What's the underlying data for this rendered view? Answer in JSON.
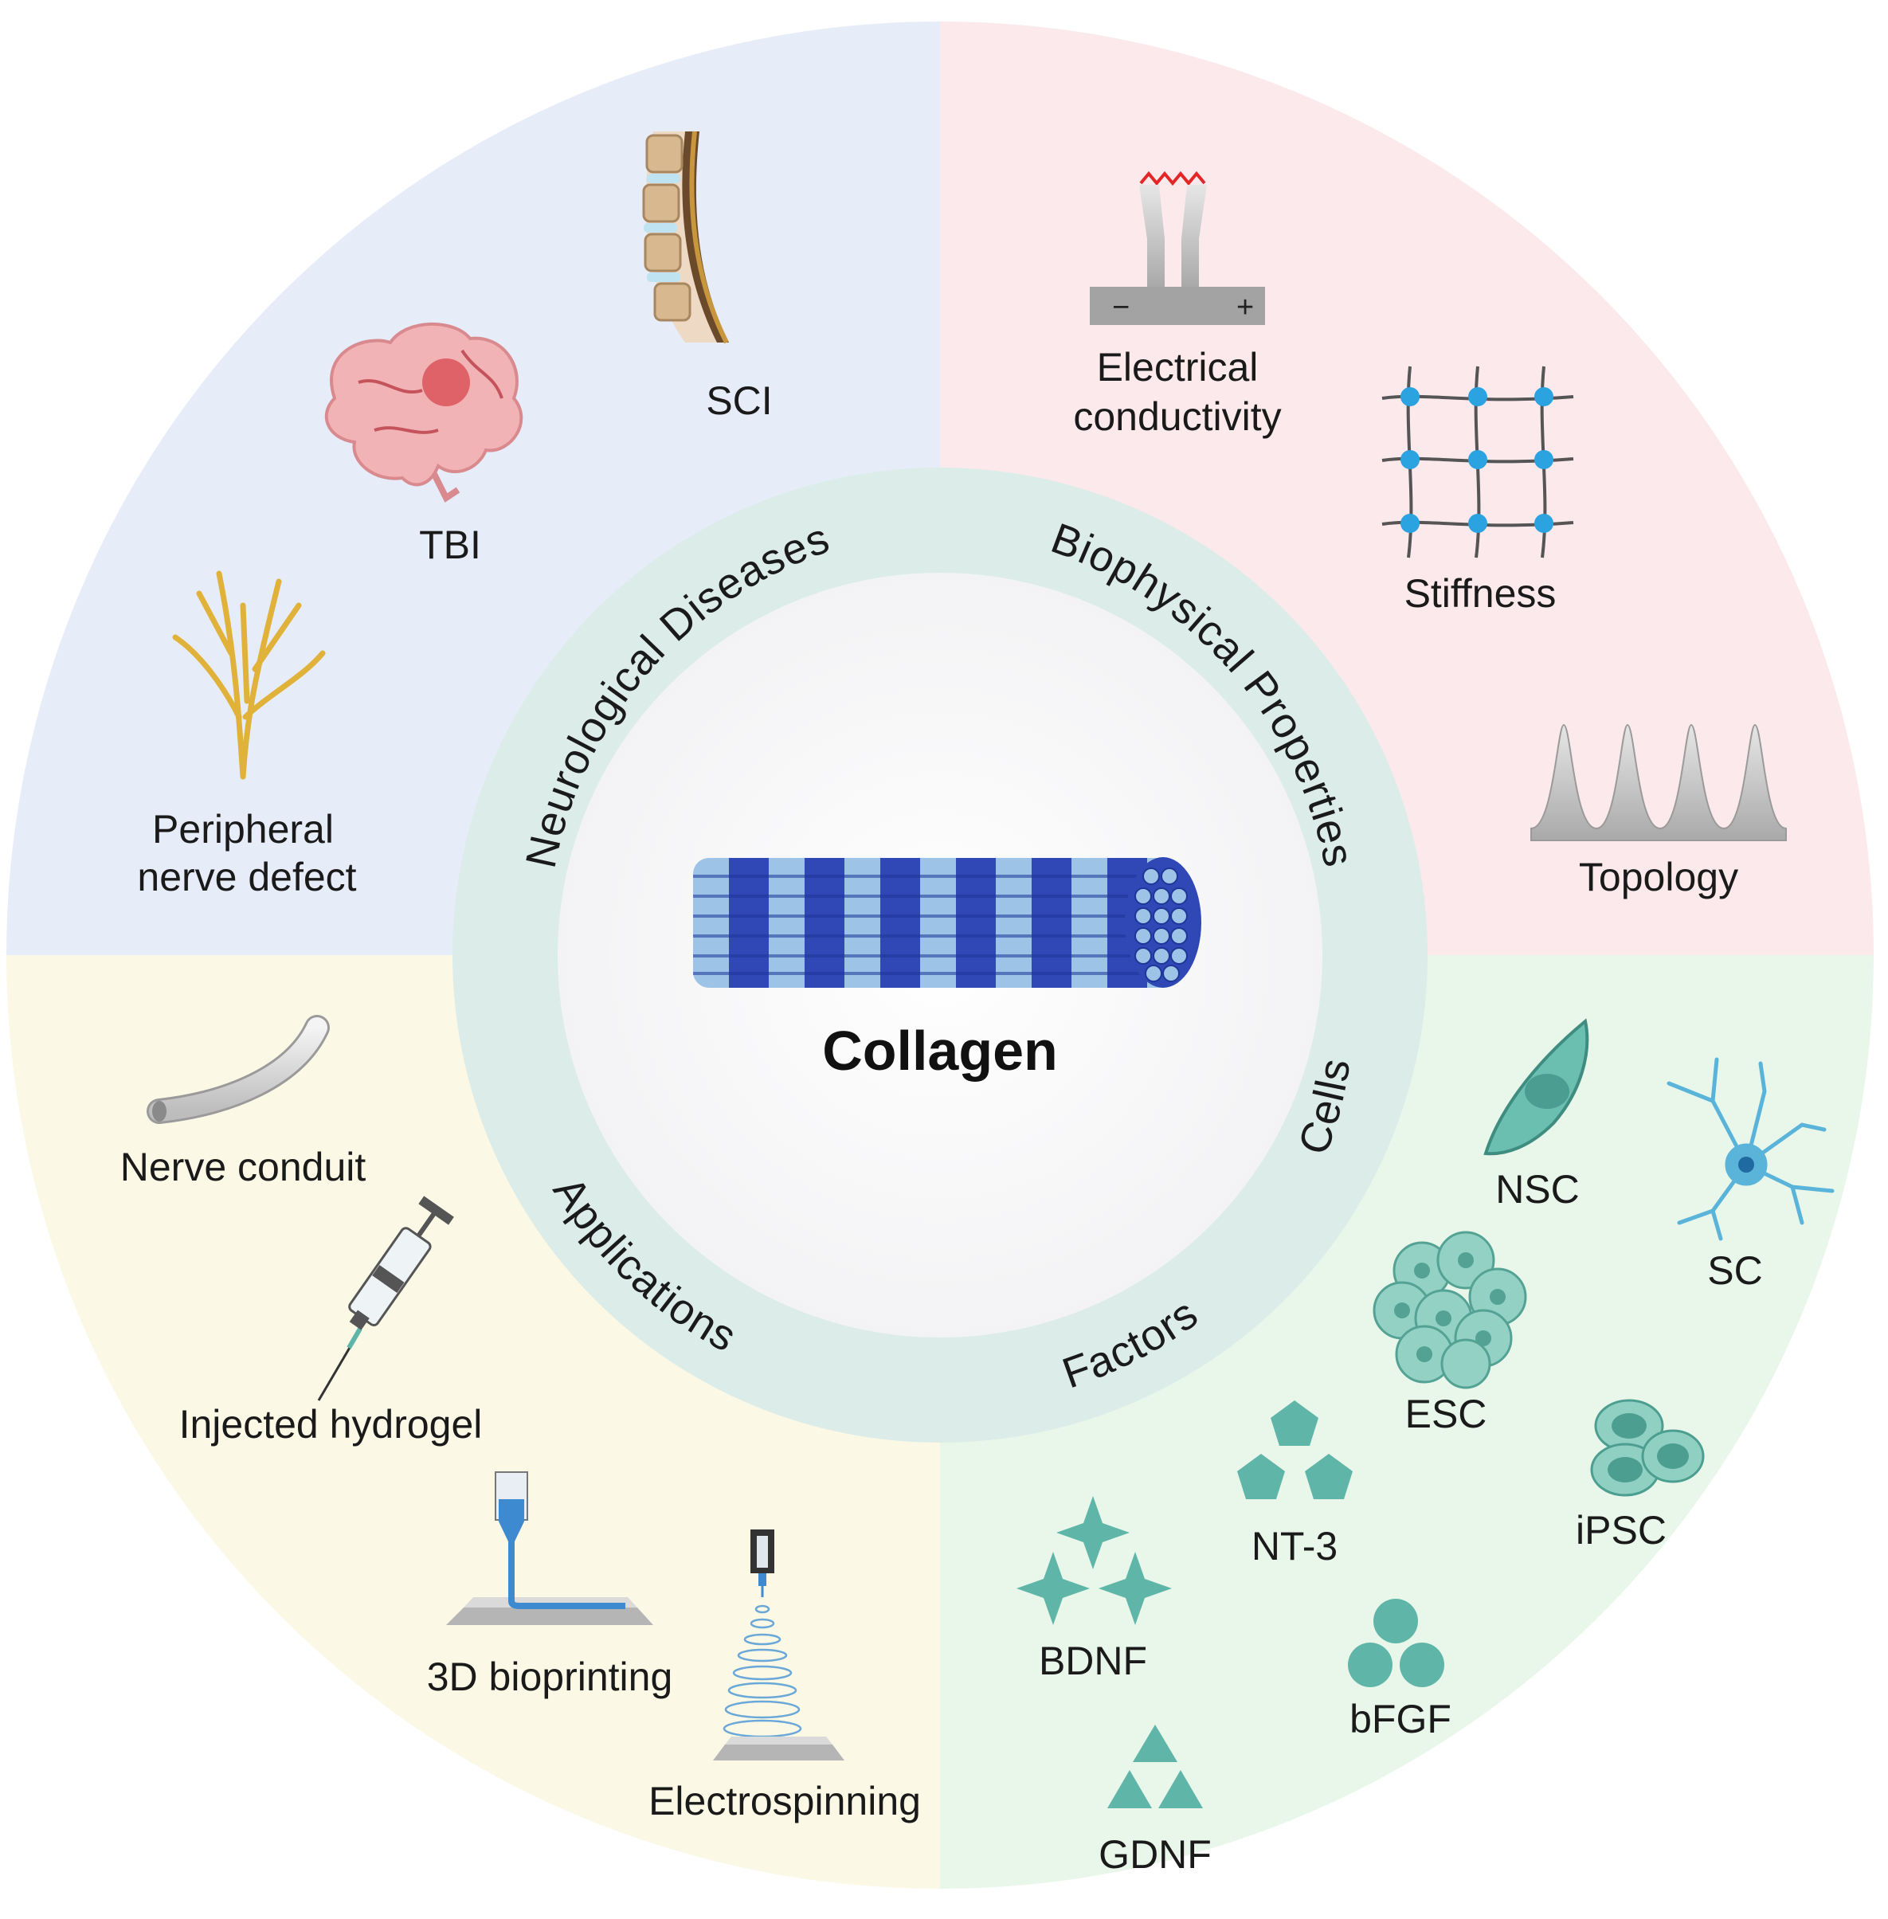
{
  "center": {
    "title": "Collagen"
  },
  "ring": {
    "neurological": "Neurological Diseases",
    "biophysical": "Biophysical Properties",
    "cells": "Cells",
    "factors": "Factors",
    "applications": "Applications"
  },
  "neuro": {
    "sci": "SCI",
    "tbi": "TBI",
    "peripheral_line1": "Peripheral",
    "peripheral_line2": "nerve defect"
  },
  "biophys": {
    "electrical_line1": "Electrical",
    "electrical_line2": "conductivity",
    "stiffness": "Stiffness",
    "topology": "Topology"
  },
  "cells": {
    "nsc": "NSC",
    "sc": "SC",
    "esc": "ESC",
    "ipsc": "iPSC"
  },
  "factors": {
    "nt3": "NT-3",
    "bdnf": "BDNF",
    "bfgf": "bFGF",
    "gdnf": "GDNF"
  },
  "applications": {
    "nerve_conduit": "Nerve conduit",
    "injected_hydrogel": "Injected hydrogel",
    "bioprinting": "3D bioprinting",
    "electrospinning": "Electrospinning"
  },
  "icons": {
    "spine": "spine-icon",
    "brain": "brain-icon",
    "nerve": "nerve-branch-icon",
    "electrodes": "electrodes-icon",
    "grid": "stiffness-grid-icon",
    "peaks": "topology-peaks-icon",
    "fiber": "collagen-fiber-icon"
  },
  "colors": {
    "quad_neuro": "#e6ecf8",
    "quad_biophys": "#fbe9ec",
    "quad_cells": "#e8f7ea",
    "quad_apps": "#fbf8e6",
    "ring": "#dcece9",
    "teal": "#5fb5a8",
    "fiber_dark": "#2f48b5",
    "fiber_light": "#9dc4e6"
  }
}
